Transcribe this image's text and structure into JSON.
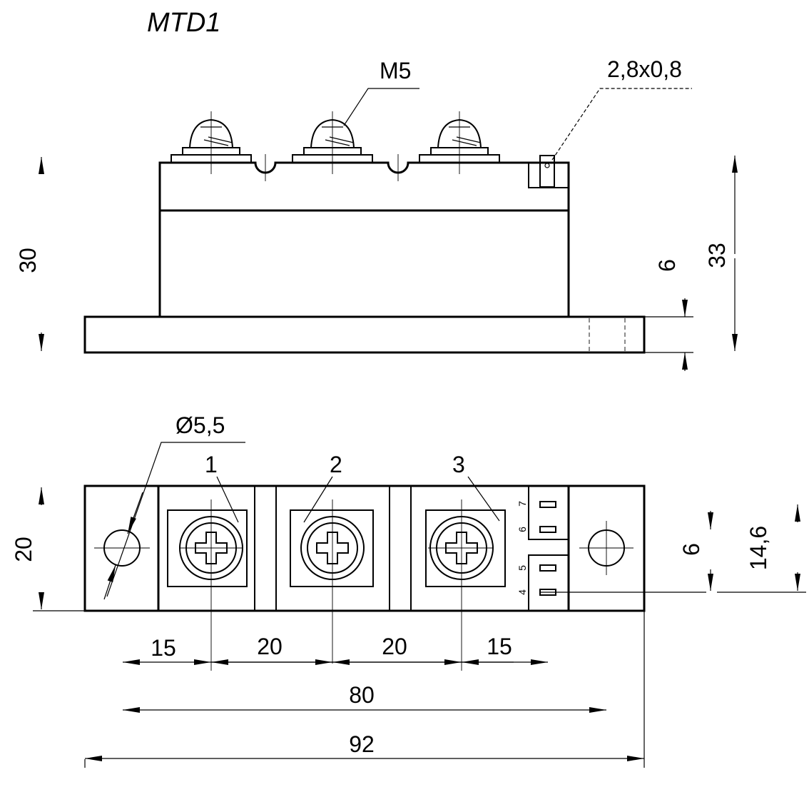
{
  "title": "MTD1",
  "labels": {
    "screw_thread": "M5",
    "tab_size": "2,8x0,8",
    "hole_diameter": "Ø5,5",
    "terminal_1": "1",
    "terminal_2": "2",
    "terminal_3": "3",
    "pin_7": "7",
    "pin_6": "6",
    "pin_5": "5",
    "pin_4": "4"
  },
  "dimensions": {
    "side_height": "30",
    "base_thickness": "6",
    "total_height": "33",
    "width": "20",
    "pin_pitch": "6",
    "pin_span": "14,6",
    "edge_to_first": "15",
    "pitch_1_2": "20",
    "pitch_2_3": "20",
    "last_to_edge": "15",
    "hole_spacing": "80",
    "total_length": "92"
  }
}
